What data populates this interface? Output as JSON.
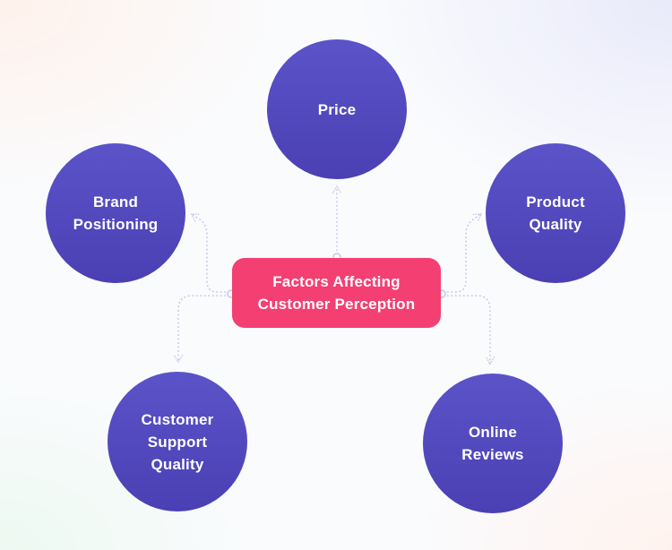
{
  "diagram": {
    "title": "Factors Affecting Customer Perception mind map",
    "center_node": {
      "label": "Factors Affecting Customer Perception",
      "lines": [
        "Factors Affecting",
        "Customer Perception"
      ]
    },
    "nodes": [
      {
        "id": "price",
        "label": "Price",
        "lines": [
          "Price"
        ]
      },
      {
        "id": "brand-positioning",
        "label": "Brand Positioning",
        "lines": [
          "Brand",
          "Positioning"
        ]
      },
      {
        "id": "product-quality",
        "label": "Product Quality",
        "lines": [
          "Product",
          "Quality"
        ]
      },
      {
        "id": "customer-support-quality",
        "label": "Customer Support Quality",
        "lines": [
          "Customer",
          "Support",
          "Quality"
        ]
      },
      {
        "id": "online-reviews",
        "label": "Online Reviews",
        "lines": [
          "Online",
          "Reviews"
        ]
      }
    ],
    "connections": [
      {
        "from": "center",
        "to": "price"
      },
      {
        "from": "center",
        "to": "brand-positioning"
      },
      {
        "from": "center",
        "to": "product-quality"
      },
      {
        "from": "center",
        "to": "customer-support-quality"
      },
      {
        "from": "center",
        "to": "online-reviews"
      }
    ]
  },
  "colors": {
    "node_fill_top": "#5B53C8",
    "node_fill_bottom": "#4A40B4",
    "center_fill": "#F43F72",
    "connector": "#C6C4E9",
    "text": "#FFFFFF"
  }
}
